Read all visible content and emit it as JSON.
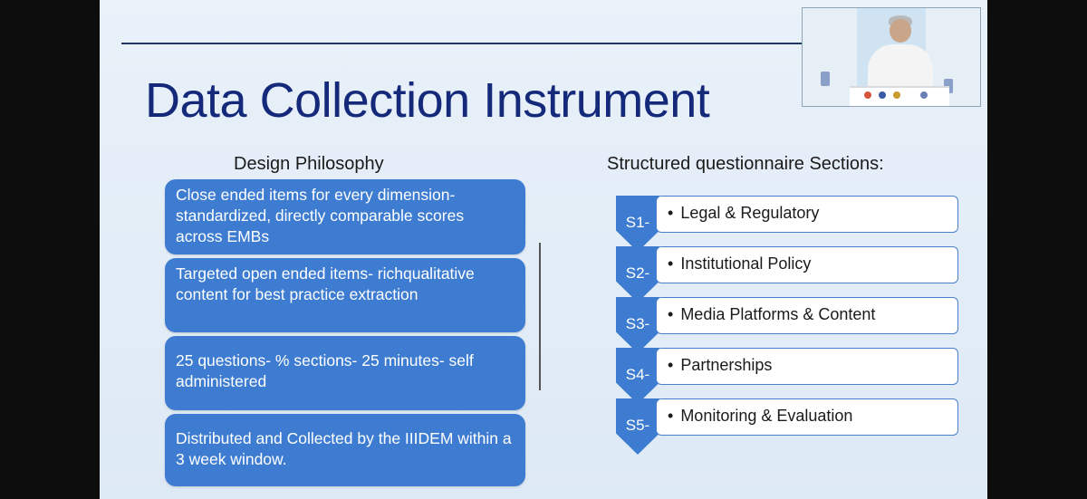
{
  "slide": {
    "title": "Data Collection Instrument",
    "design_philosophy": {
      "heading": "Design Philosophy",
      "items": [
        "Close ended items for every dimension- standardized, directly comparable scores across EMBs",
        "Targeted open ended items- richqualitative content for best practice extraction",
        "25 questions- % sections- 25 minutes- self administered",
        "Distributed and Collected by the IIIDEM within a 3 week window."
      ]
    },
    "questionnaire": {
      "heading": "Structured questionnaire Sections:",
      "bullet": "•",
      "sections": [
        {
          "code": "S1-",
          "label": "Legal & Regulatory"
        },
        {
          "code": "S2-",
          "label": "Institutional Policy"
        },
        {
          "code": "S3-",
          "label": "Media Platforms & Content"
        },
        {
          "code": "S4-",
          "label": "Partnerships"
        },
        {
          "code": "S5-",
          "label": "Monitoring & Evaluation"
        }
      ]
    }
  },
  "colors": {
    "accent": "#3d7cd0",
    "title": "#14297a",
    "slide_bg": "#e6eff8",
    "frame_bg": "#0d0d0d"
  }
}
